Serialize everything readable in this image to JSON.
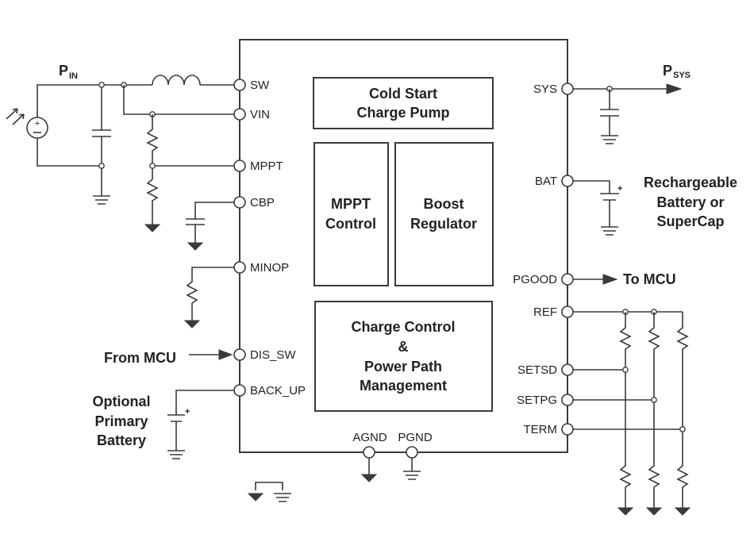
{
  "ic": {
    "pins_left": [
      "SW",
      "VIN",
      "MPPT",
      "CBP",
      "MINOP",
      "DIS_SW",
      "BACK_UP"
    ],
    "pins_right": [
      "SYS",
      "BAT",
      "PGOOD",
      "REF",
      "SETSD",
      "SETPG",
      "TERM"
    ],
    "pins_bottom": [
      "AGND",
      "PGND"
    ],
    "blocks": {
      "cold_start": [
        "Cold Start",
        "Charge Pump"
      ],
      "mppt": [
        "MPPT",
        "Control"
      ],
      "boost": [
        "Boost",
        "Regulator"
      ],
      "charge": [
        "Charge Control",
        "&",
        "Power Path",
        "Management"
      ]
    }
  },
  "labels": {
    "pin_main": "P",
    "pin_sub": "IN",
    "psys_main": "P",
    "psys_sub": "SYS",
    "battery": [
      "Rechargeable",
      "Battery or",
      "SuperCap"
    ],
    "to_mcu": "To MCU",
    "from_mcu": "From MCU",
    "primary_battery": [
      "Optional",
      "Primary",
      "Battery"
    ]
  },
  "colors": {
    "line": "#3a3a3a",
    "text": "#222222",
    "background": "#ffffff"
  }
}
